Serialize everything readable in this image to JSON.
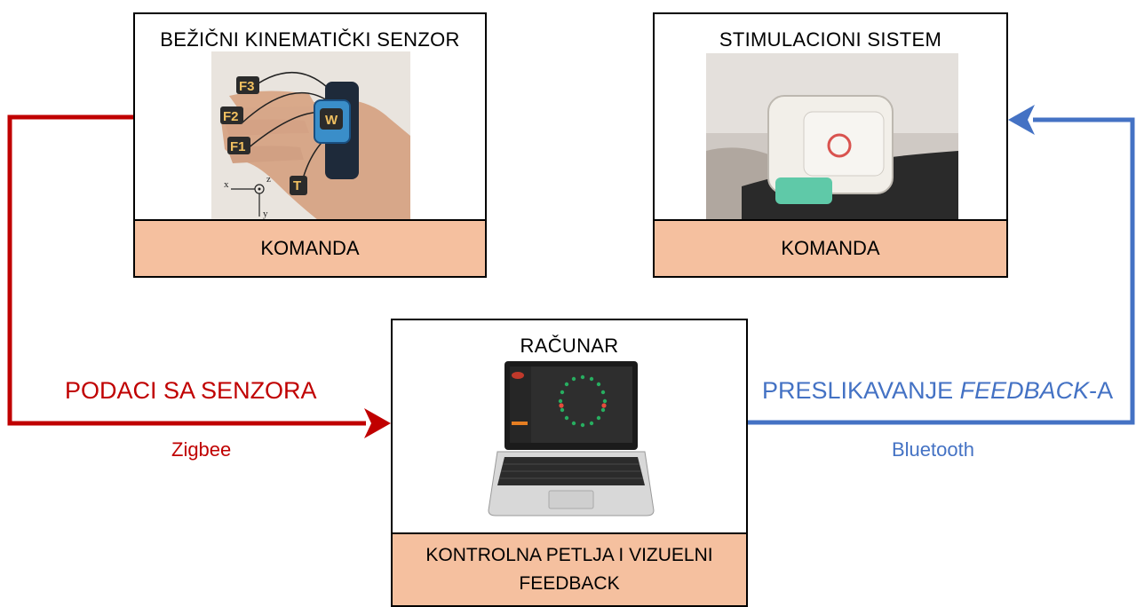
{
  "sensor_box": {
    "title": "BEŽIČNI KINEMATIČKI SENZOR",
    "footer": "KOMANDA",
    "photo_markers": {
      "f3": "F3",
      "f2": "F2",
      "f1": "F1",
      "w": "W",
      "t": "T",
      "axis_x": "x",
      "axis_y": "y",
      "axis_z": "z"
    }
  },
  "stim_box": {
    "title": "STIMULACIONI SISTEM",
    "footer": "KOMANDA"
  },
  "computer_box": {
    "title": "RAČUNAR",
    "footer": "KONTROLNA PETLJA I VIZUELNI FEEDBACK"
  },
  "left_link": {
    "label": "PODACI SA SENZORA",
    "protocol": "Zigbee",
    "color": "#c00000"
  },
  "right_link": {
    "label_prefix": "PRESLIKAVANJE ",
    "label_italic": "FEEDBACK",
    "label_suffix": "-A",
    "protocol": "Bluetooth",
    "color": "#4472c4"
  }
}
